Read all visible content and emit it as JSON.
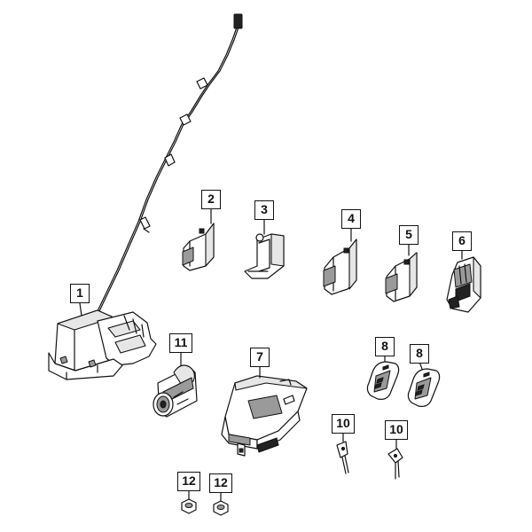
{
  "callouts": [
    {
      "id": "c1",
      "label": "1"
    },
    {
      "id": "c2",
      "label": "2"
    },
    {
      "id": "c3",
      "label": "3"
    },
    {
      "id": "c4",
      "label": "4"
    },
    {
      "id": "c5",
      "label": "5"
    },
    {
      "id": "c6",
      "label": "6"
    },
    {
      "id": "c7",
      "label": "7"
    },
    {
      "id": "c8a",
      "label": "8"
    },
    {
      "id": "c8b",
      "label": "8"
    },
    {
      "id": "c10a",
      "label": "10"
    },
    {
      "id": "c10b",
      "label": "10"
    },
    {
      "id": "c11",
      "label": "11"
    },
    {
      "id": "c12a",
      "label": "12"
    },
    {
      "id": "c12b",
      "label": "12"
    }
  ]
}
